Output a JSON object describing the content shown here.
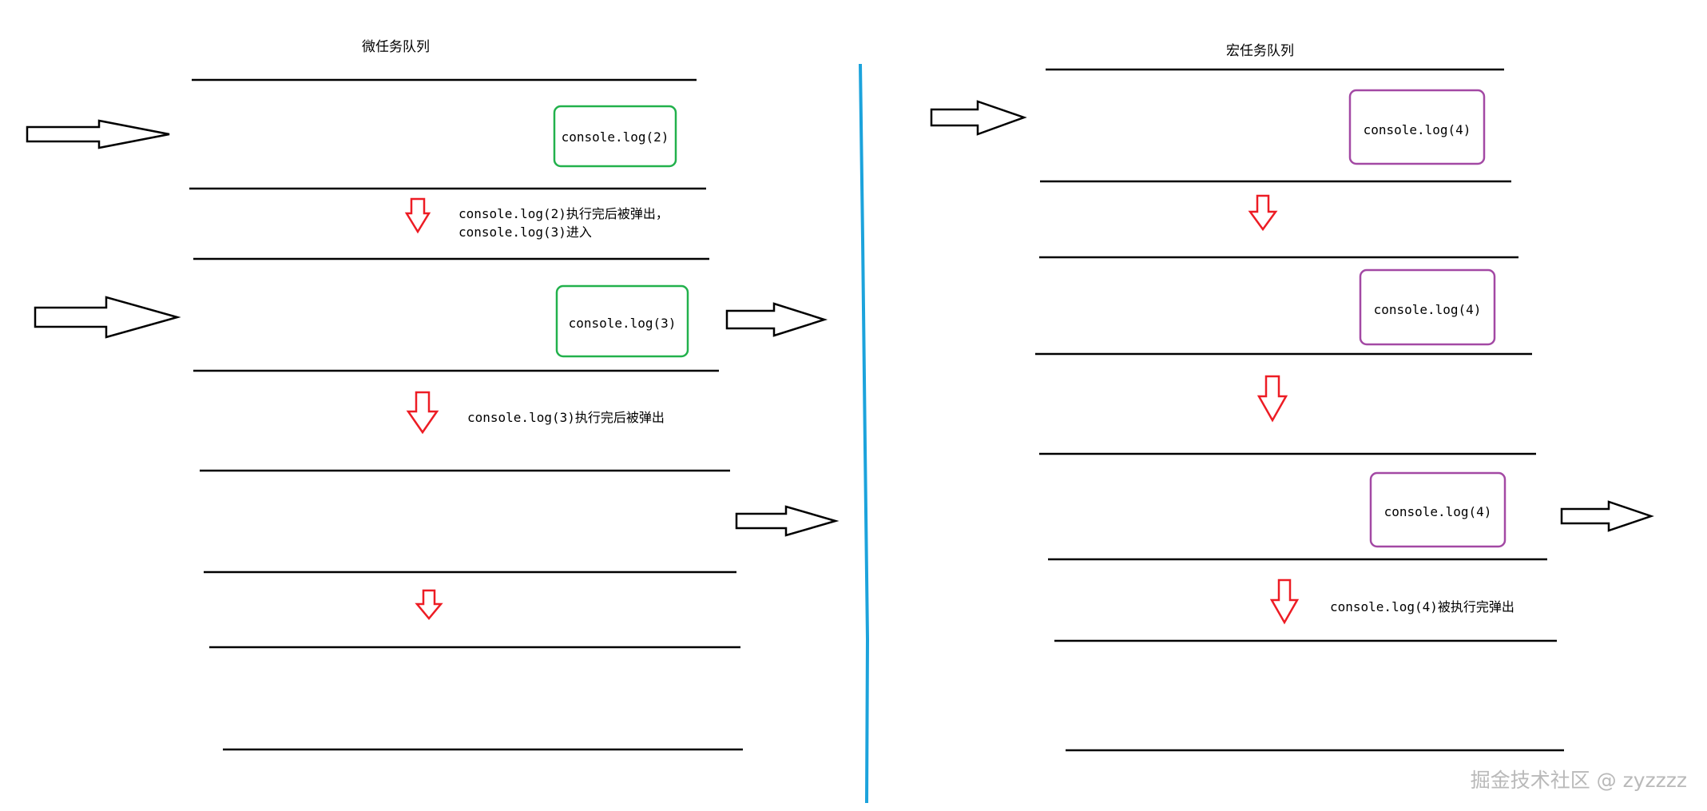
{
  "microtask_queue": {
    "title": "微任务队列",
    "boxes": [
      "console.log(2)",
      "console.log(3)"
    ],
    "notes": [
      "console.log(2)执行完后被弹出，",
      "console.log(3)进入",
      "console.log(3)执行完后被弹出"
    ]
  },
  "macrotask_queue": {
    "title": "宏任务队列",
    "boxes": [
      "console.log(4)",
      "console.log(4)",
      "console.log(4)"
    ],
    "notes": [
      "console.log(4)被执行完弹出"
    ]
  },
  "watermark": "掘金技术社区 @ zyzzzz",
  "colors": {
    "line": "#000000",
    "divider": "#1ca3dc",
    "micro_box": "#22b14c",
    "macro_box": "#a349a4",
    "down_arrow": "#ed1c24",
    "right_arrow": "#000000",
    "watermark": "#b9b9b9"
  }
}
